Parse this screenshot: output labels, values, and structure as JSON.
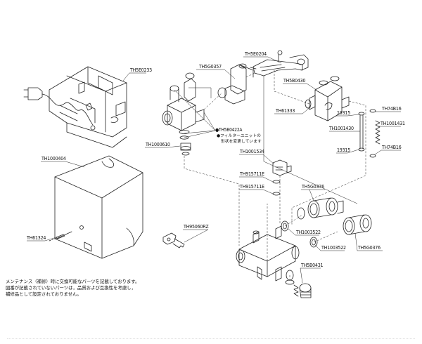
{
  "colors": {
    "line": "#222222",
    "label": "#111111",
    "background": "#ffffff"
  },
  "parts": {
    "TH5E0233": "TH5E0233",
    "TH5G0357": "TH5G0357",
    "TH5E0204": "TH5E0204",
    "TH5B0430": "TH5B0430",
    "TH61333": "TH61333",
    "19315_a": "19315",
    "19315_b": "19315",
    "TH1001430": "TH1001430",
    "TH74B16_a": "TH74B16",
    "TH74B16_b": "TH74B16",
    "TH1001431": "TH1001431",
    "TH5B0422A": "●TH5B0422A",
    "TH1000610": "TH1000610",
    "TH1001534": "TH1001534",
    "TH1000404": "TH1000404",
    "TH915711E_a": "TH915711E",
    "TH915711E_b": "TH915711E",
    "TH5G0376_a": "TH5G0376",
    "TH5G0376_b": "TH5G0376",
    "TH61324": "TH61324",
    "TH95060RZ": "TH95060RZ",
    "TH1003522_a": "TH1003522",
    "TH1003522_b": "TH1003522",
    "TH5B0431": "TH5B0431"
  },
  "filter_note": {
    "line1": "●フィルターユニットの",
    "line2": "形状を変更しています"
  },
  "footer_note": {
    "line1": "メンテナンス（補修）時に交換可能なパーツを記載しております。",
    "line2": "図番が記載されていないパーツは，品質および互換性を考慮し，",
    "line3": "補修品として設定されておりません。"
  }
}
